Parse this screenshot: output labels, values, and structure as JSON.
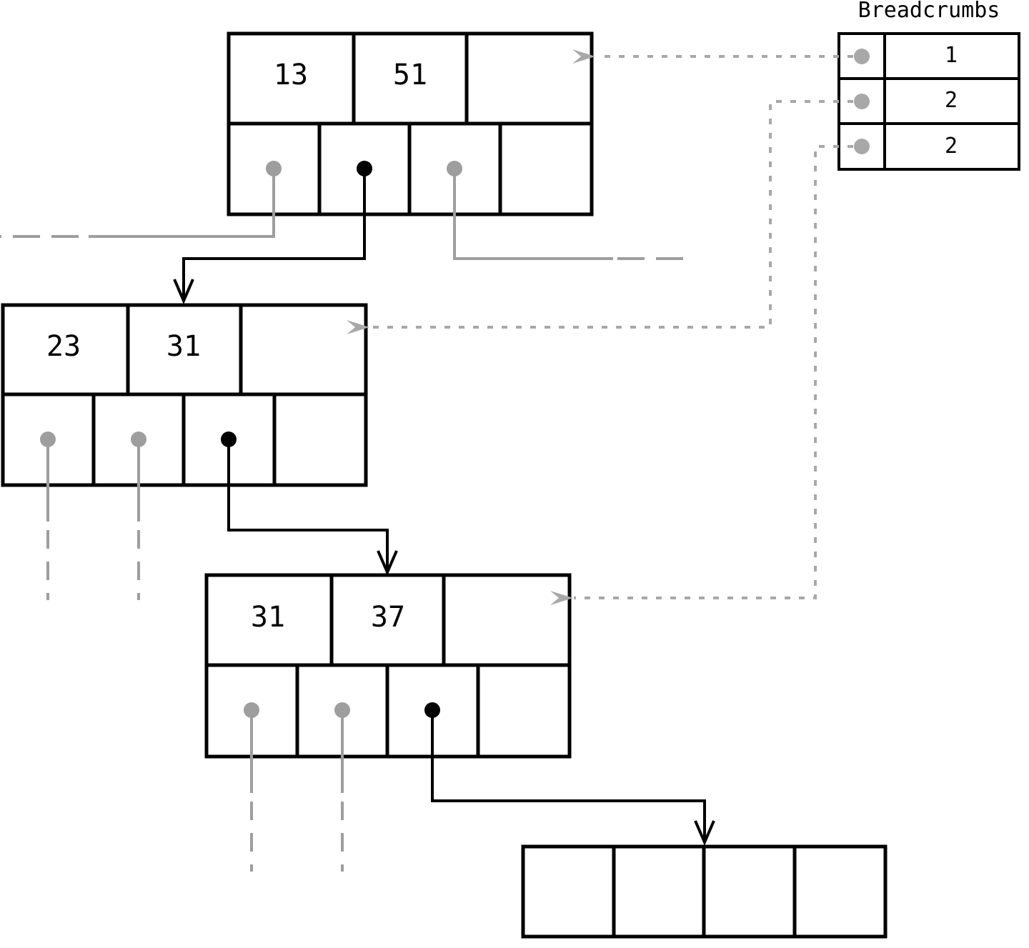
{
  "breadcrumbs": {
    "title": "Breadcrumbs",
    "entries": [
      "1",
      "2",
      "2"
    ]
  },
  "nodes": [
    {
      "id": "node-a",
      "keys": [
        "13",
        "51",
        ""
      ]
    },
    {
      "id": "node-b",
      "keys": [
        "23",
        "31",
        ""
      ]
    },
    {
      "id": "node-c",
      "keys": [
        "31",
        "37",
        ""
      ]
    },
    {
      "id": "node-d",
      "keys": []
    }
  ],
  "colors": {
    "outline": "#000000",
    "inactive_pointer": "#9e9e9e",
    "breadcrumb_link": "#a8a8a8"
  }
}
